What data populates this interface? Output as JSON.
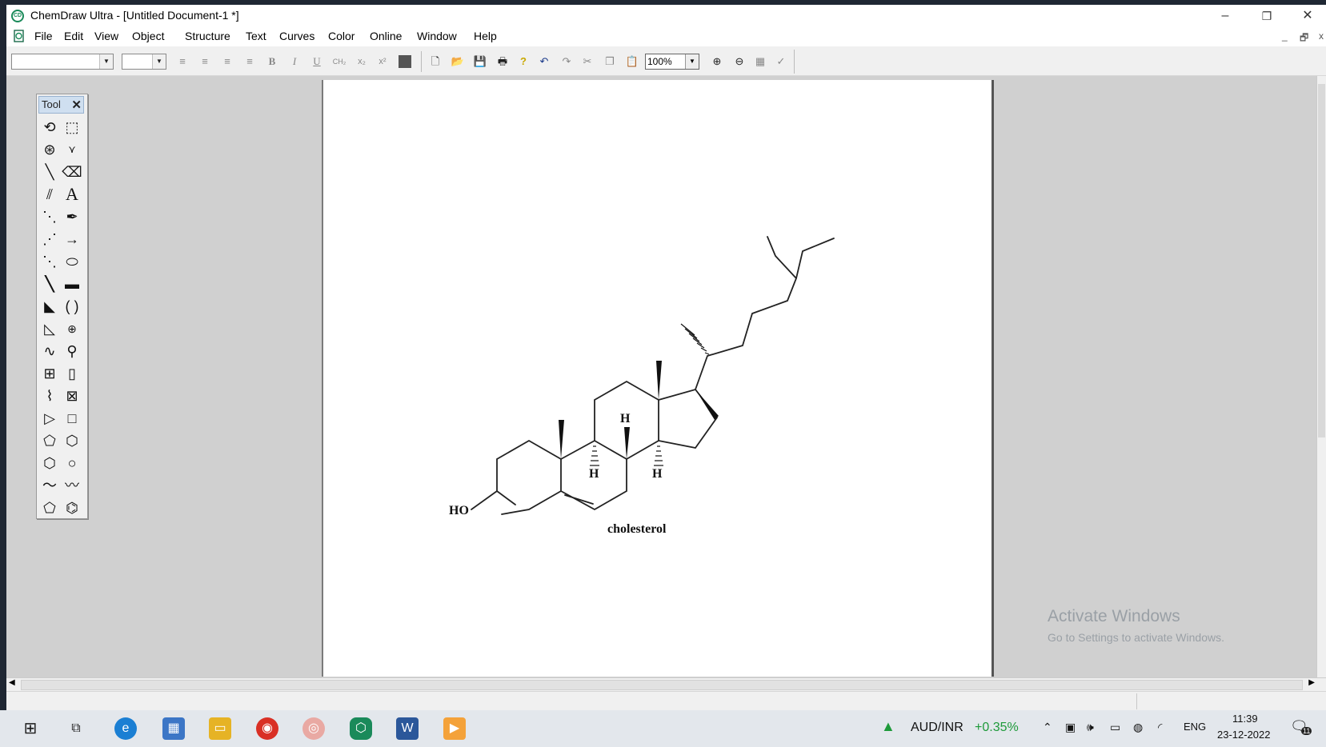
{
  "window": {
    "title": "ChemDraw Ultra - [Untitled Document-1 *]",
    "minimize": "–",
    "restore": "❐",
    "close": "✕"
  },
  "menu": {
    "items": [
      "File",
      "Edit",
      "View",
      "Object",
      "Structure",
      "Text",
      "Curves",
      "Color",
      "Online",
      "Window",
      "Help"
    ],
    "mdi_minimize": "_",
    "mdi_restore": "🗗",
    "mdi_close": "x"
  },
  "toolbar": {
    "zoom": "100%"
  },
  "palette": {
    "title": "Tool",
    "close": "✕"
  },
  "drawing": {
    "labels": {
      "ho": "HO",
      "h1": "H",
      "h2": "H",
      "h3": "H",
      "name": "cholesterol"
    }
  },
  "watermark": {
    "line1": "Activate Windows",
    "line2": "Go to Settings to activate Windows."
  },
  "taskbar": {
    "ticker_name": "AUD/INR",
    "ticker_change": "+0.35%",
    "language": "ENG",
    "time": "11:39",
    "date": "23-12-2022",
    "notification_count": "11"
  }
}
